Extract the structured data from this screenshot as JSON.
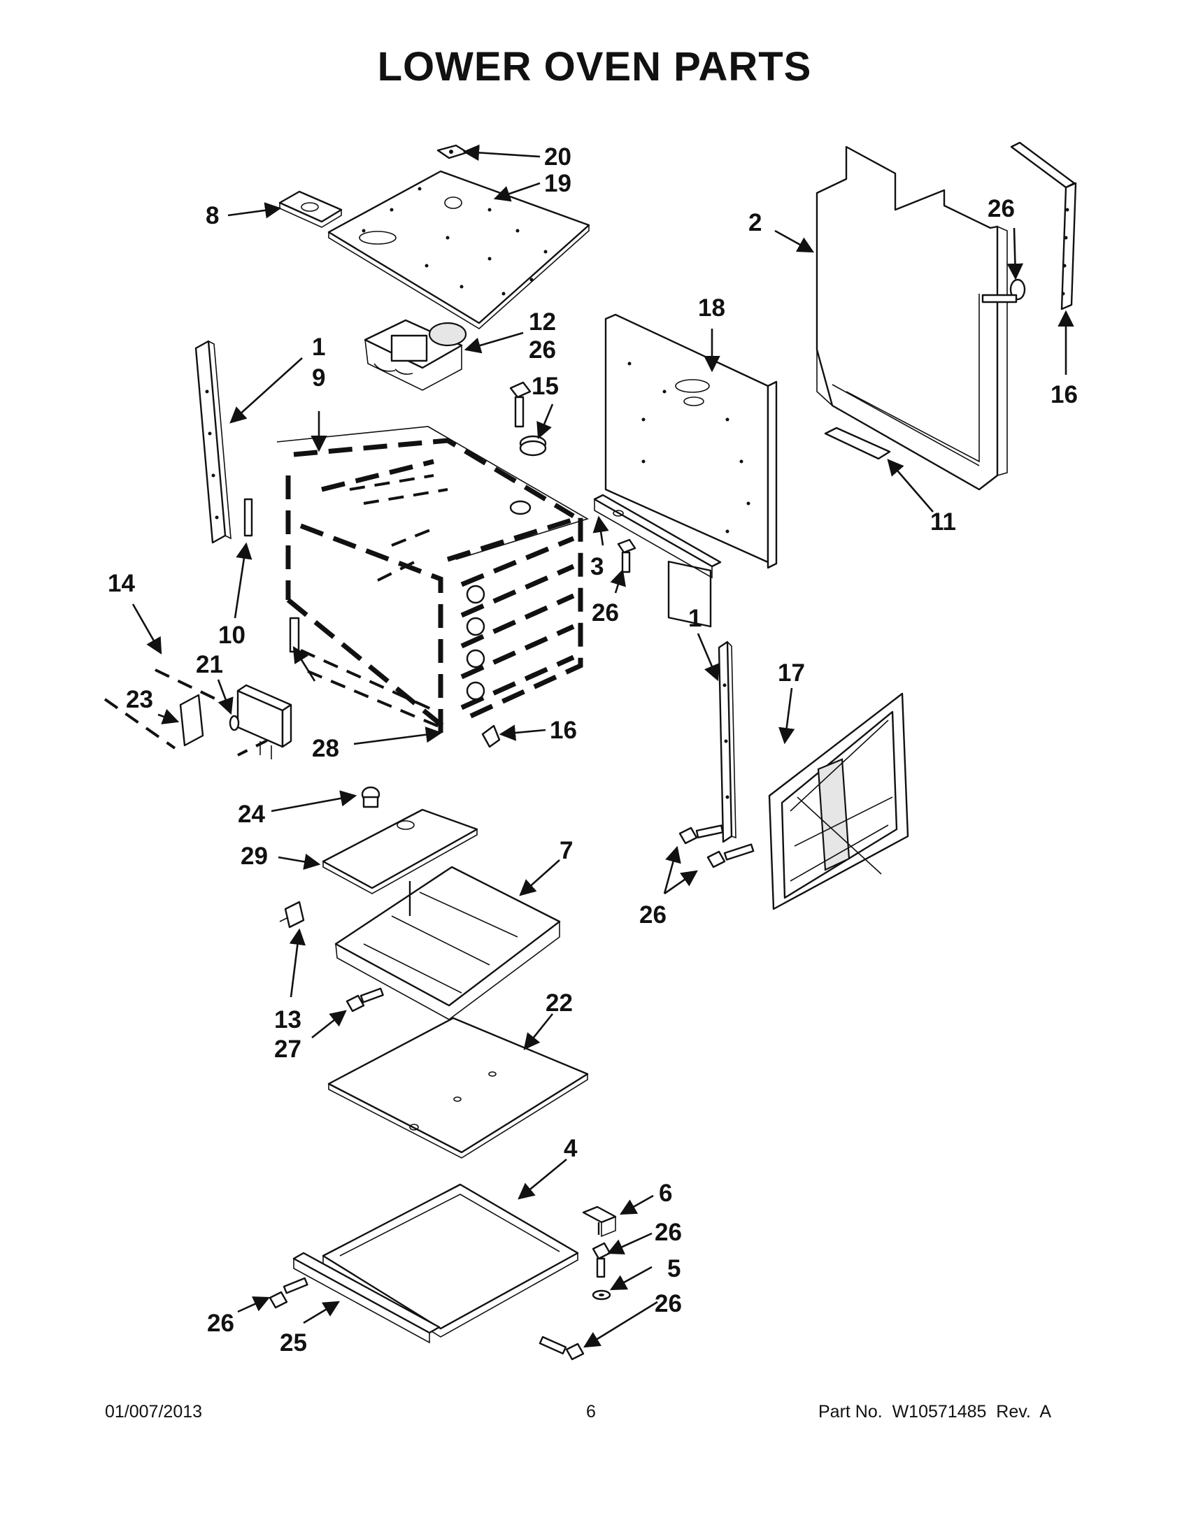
{
  "title": "LOWER OVEN PARTS",
  "callouts": [
    {
      "id": "c20",
      "label": "20"
    },
    {
      "id": "c19",
      "label": "19"
    },
    {
      "id": "c8",
      "label": "8"
    },
    {
      "id": "c2",
      "label": "2"
    },
    {
      "id": "c26a",
      "label": "26"
    },
    {
      "id": "c18",
      "label": "18"
    },
    {
      "id": "c12",
      "label": "12"
    },
    {
      "id": "c26b",
      "label": "26"
    },
    {
      "id": "c15",
      "label": "15"
    },
    {
      "id": "c1a",
      "label": "1"
    },
    {
      "id": "c9",
      "label": "9"
    },
    {
      "id": "c16a",
      "label": "16"
    },
    {
      "id": "c11",
      "label": "11"
    },
    {
      "id": "c3",
      "label": "3"
    },
    {
      "id": "c26c",
      "label": "26"
    },
    {
      "id": "c14",
      "label": "14"
    },
    {
      "id": "c10",
      "label": "10"
    },
    {
      "id": "c21",
      "label": "21"
    },
    {
      "id": "c23",
      "label": "23"
    },
    {
      "id": "c1b",
      "label": "1"
    },
    {
      "id": "c17",
      "label": "17"
    },
    {
      "id": "c28",
      "label": "28"
    },
    {
      "id": "c16b",
      "label": "16"
    },
    {
      "id": "c24",
      "label": "24"
    },
    {
      "id": "c29",
      "label": "29"
    },
    {
      "id": "c7",
      "label": "7"
    },
    {
      "id": "c26d",
      "label": "26"
    },
    {
      "id": "c13",
      "label": "13"
    },
    {
      "id": "c27",
      "label": "27"
    },
    {
      "id": "c22",
      "label": "22"
    },
    {
      "id": "c4",
      "label": "4"
    },
    {
      "id": "c6",
      "label": "6"
    },
    {
      "id": "c26e",
      "label": "26"
    },
    {
      "id": "c5",
      "label": "5"
    },
    {
      "id": "c26f",
      "label": "26"
    },
    {
      "id": "c26g",
      "label": "26"
    },
    {
      "id": "c25",
      "label": "25"
    }
  ],
  "footer": {
    "date": "01/007/2013",
    "page": "6",
    "part_no": "Part No.  W10571485  Rev.  A"
  }
}
